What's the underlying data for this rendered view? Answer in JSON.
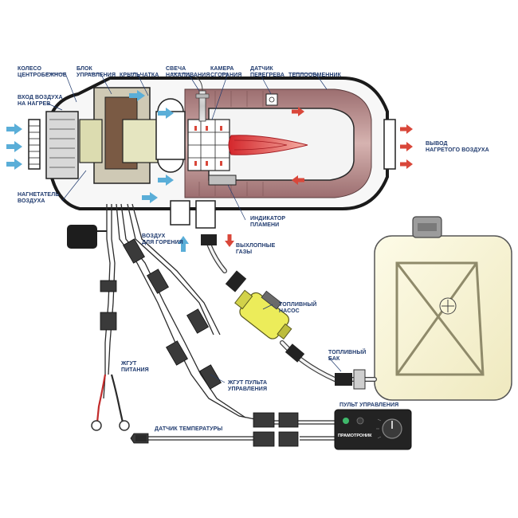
{
  "labels": {
    "wheel": [
      "КОЛЕСО",
      "ЦЕНТРОБЕЖНОЕ"
    ],
    "control_unit": [
      "БЛОК",
      "УПРАВЛЕНИЯ"
    ],
    "impeller": [
      "КРЫЛЬЧАТКА"
    ],
    "glow_plug": [
      "СВЕЧА",
      "НАКАЛИВАНИЯ"
    ],
    "chamber": [
      "КАМЕРА",
      "СГОРАНИЯ"
    ],
    "overheat_sensor": [
      "ДАТЧИК",
      "ПЕРЕГРЕВА"
    ],
    "heat_exchanger": [
      "ТЕПЛООБМЕННИК"
    ],
    "air_inlet": [
      "ВХОД ВОЗДУХА",
      "НА НАГРЕВ"
    ],
    "air_outlet": [
      "ВЫВОД",
      "НАГРЕТОГО ВОЗДУХА"
    ],
    "blower": [
      "НАГНЕТАТЕЛЬ",
      "ВОЗДУХА"
    ],
    "flame_indicator": [
      "ИНДИКАТОР",
      "ПЛАМЕНИ"
    ],
    "combustion_air": [
      "ВОЗДУХ",
      "ДЛЯ ГОРЕНИЯ"
    ],
    "exhaust": [
      "ВЫХЛОПНЫЕ",
      "ГАЗЫ"
    ],
    "fuel_pump": [
      "ТОПЛИВНЫЙ",
      "НАСОС"
    ],
    "fuel_tank": [
      "ТОПЛИВНЫЙ",
      "БАК"
    ],
    "power_harness": [
      "ЖГУТ",
      "ПИТАНИЯ"
    ],
    "panel_harness": [
      "ЖГУТ ПУЛЬТА",
      "УПРАВЛЕНИЯ"
    ],
    "control_panel": [
      "ПУЛЬТ УПРАВЛЕНИЯ"
    ],
    "temp_sensor": [
      "ДАТЧИК ТЕМПЕРАТУРЫ"
    ],
    "brand": [
      "ПРАМОТРОНИК"
    ]
  },
  "colors": {
    "label": "#1f3a6e",
    "cold_air": "#5aaed8",
    "hot_air": "#d9473a",
    "tank": "#fbf7d8",
    "pump": "#ecec5a",
    "casing": "#1a1a1a",
    "heat_exchanger": "#b88a8a"
  }
}
